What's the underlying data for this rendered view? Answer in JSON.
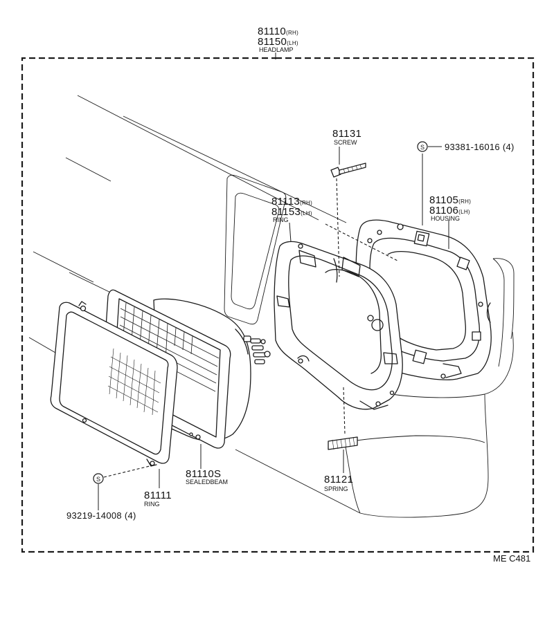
{
  "headlamp": {
    "no_rh": "81110",
    "no_lh": "81150",
    "tag_rh": "(RH)",
    "tag_lh": "(LH)",
    "name": "HEADLAMP"
  },
  "screw": {
    "no": "81131",
    "name": "SCREW"
  },
  "s_mark": "S",
  "housing_screw_std": "93381-16016 (4)",
  "ring_inner": {
    "no_rh": "81113",
    "no_lh": "81153",
    "tag_rh": "(RH)",
    "tag_lh": "(LH)",
    "name": "RING"
  },
  "housing": {
    "no_rh": "81105",
    "no_lh": "81106",
    "tag_rh": "(RH)",
    "tag_lh": "(LH)",
    "name": "HOUSING"
  },
  "sealed_beam": {
    "no": "81110S",
    "name": "SEALEDBEAM"
  },
  "spring": {
    "no": "81121",
    "name": "SPRING"
  },
  "ring_outer": {
    "no": "81111",
    "name": "RING"
  },
  "ring_screw_std": "93219-14008 (4)",
  "figure_code": "ME C481"
}
